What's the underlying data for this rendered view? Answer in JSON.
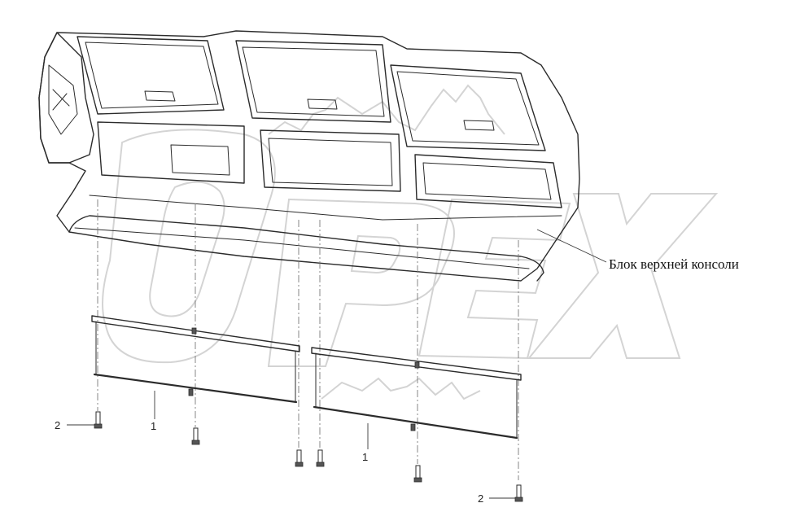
{
  "callouts": {
    "assembly_label": "Блок верхней консоли",
    "part_1": "1",
    "part_2": "2"
  },
  "watermark": {
    "text": "OPEX"
  }
}
